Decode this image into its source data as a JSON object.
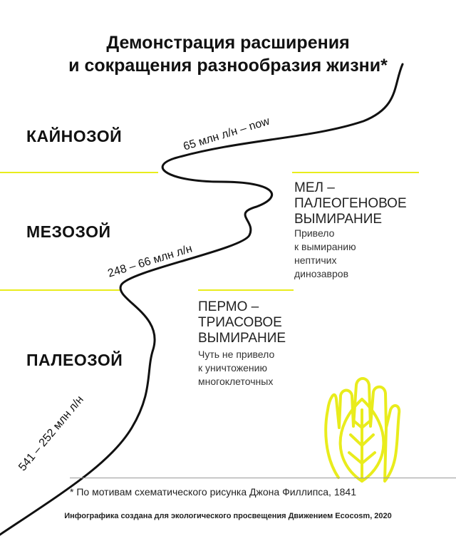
{
  "title": {
    "line1": "Демонстрация расширения",
    "line2": "и сокращения разнообразия жизни*"
  },
  "eras": [
    {
      "name": "КАЙНОЗОЙ",
      "range": "65 млн л/н – now"
    },
    {
      "name": "МЕЗОЗОЙ",
      "range": "248  – 66 млн л/н"
    },
    {
      "name": "ПАЛЕОЗОЙ",
      "range": "541  – 252 млн л/н"
    }
  ],
  "events": [
    {
      "title_lines": [
        "МЕЛ –",
        "ПАЛЕОГЕНОВОЕ",
        "ВЫМИРАНИЕ"
      ],
      "desc_lines": [
        "Привело",
        "к вымиранию",
        "нептичих",
        "динозавров"
      ]
    },
    {
      "title_lines": [
        "ПЕРМО –",
        "ТРИАСОВОЕ",
        "ВЫМИРАНИЕ"
      ],
      "desc_lines": [
        "Чуть не привело",
        "к уничтожению",
        "многоклеточных"
      ]
    }
  ],
  "footnote": "* По мотивам схематического рисунка Джона Филлипса, 1841",
  "credit": "Инфографика создана для экологического просвещения Движением Ecocosm, 2020",
  "colors": {
    "accent": "#e9ec1c",
    "curve": "#111111"
  },
  "icons": {
    "logo": "hand-leaf-icon"
  }
}
